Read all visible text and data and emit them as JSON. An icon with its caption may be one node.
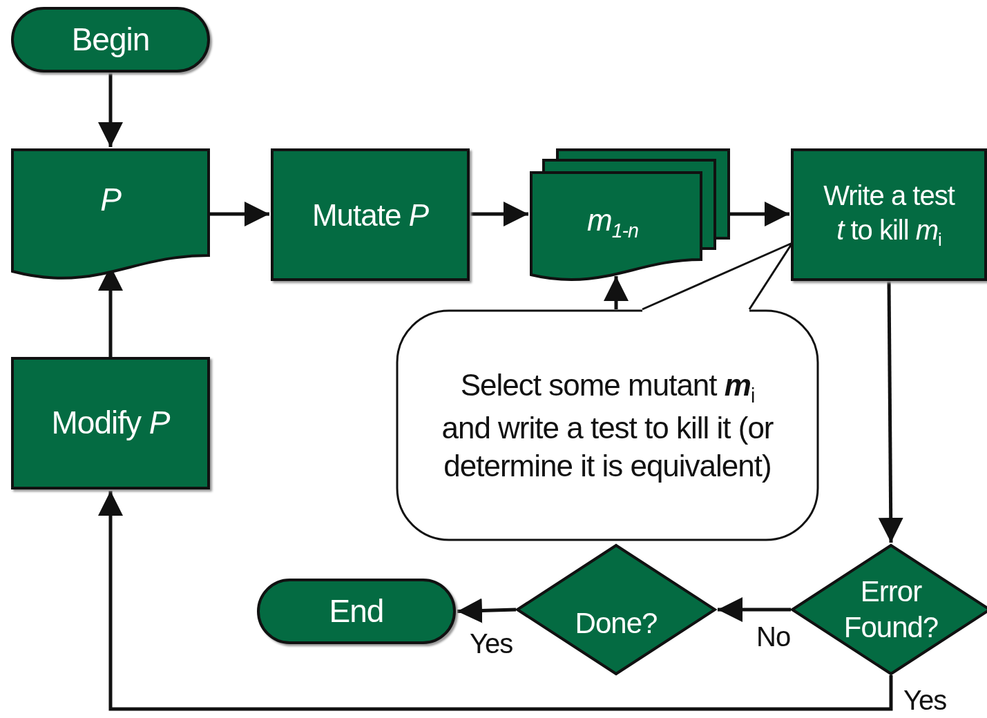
{
  "diagram": {
    "nodes": [
      {
        "text": [
          "Begin"
        ]
      },
      {
        "text": [
          "P"
        ]
      },
      {
        "text": [
          "Mutate *P*"
        ]
      },
      {
        "text": [
          "m$_{1-n}$"
        ]
      },
      {
        "text": [
          "Write a test *t* to kill *m*$_{i}$"
        ]
      },
      {
        "text": [
          "Modify *P*"
        ]
      },
      {
        "text": [
          "Select some mutant **m**$_{i}$ and write a test to kill it (or determine it is equivalent)"
        ]
      },
      {
        "text": [
          "Error Found?"
        ]
      },
      {
        "text": [
          "Done?"
        ]
      },
      {
        "text": [
          "End"
        ]
      }
    ],
    "edges": [
      {
        "from": 0,
        "to": 1,
        "arrow": "to"
      },
      {
        "from": 1,
        "to": 2,
        "arrow": "to"
      },
      {
        "from": 2,
        "to": 3,
        "arrow": "to"
      },
      {
        "from": 3,
        "to": 4,
        "arrow": "to"
      },
      {
        "from": 4,
        "to": 7,
        "arrow": "to"
      },
      {
        "from": 7,
        "to": 8,
        "arrow": "to",
        "label": "No"
      },
      {
        "from": 8,
        "to": 9,
        "arrow": "to",
        "label": "Yes"
      },
      {
        "from": 7,
        "to": 5,
        "arrow": "to",
        "label": "Yes"
      },
      {
        "from": 5,
        "to": 1,
        "arrow": "to"
      },
      {
        "from": 6,
        "to": 3,
        "arrow": "to"
      },
      {
        "from": 6,
        "to": 4,
        "arrow": "none"
      }
    ]
  }
}
